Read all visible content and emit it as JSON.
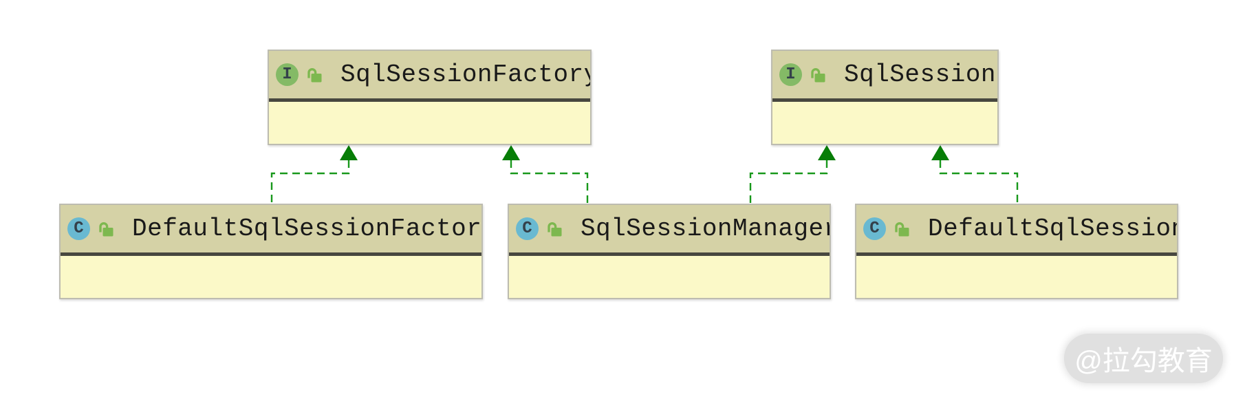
{
  "diagram": {
    "type": "uml-class-diagram",
    "nodes": [
      {
        "label": "SqlSessionFactory",
        "kind": "interface",
        "badge": "I",
        "visibility_icon": "unlock-icon"
      },
      {
        "label": "SqlSession",
        "kind": "interface",
        "badge": "I",
        "visibility_icon": "unlock-icon"
      },
      {
        "label": "DefaultSqlSessionFactory",
        "kind": "class",
        "badge": "C",
        "visibility_icon": "unlock-icon"
      },
      {
        "label": "SqlSessionManager",
        "kind": "class",
        "badge": "C",
        "visibility_icon": "unlock-icon"
      },
      {
        "label": "DefaultSqlSession",
        "kind": "class",
        "badge": "C",
        "visibility_icon": "unlock-icon"
      }
    ],
    "relationships": [
      {
        "from": "DefaultSqlSessionFactory",
        "to": "SqlSessionFactory",
        "type": "implements"
      },
      {
        "from": "SqlSessionManager",
        "to": "SqlSessionFactory",
        "type": "implements"
      },
      {
        "from": "SqlSessionManager",
        "to": "SqlSession",
        "type": "implements"
      },
      {
        "from": "DefaultSqlSession",
        "to": "SqlSession",
        "type": "implements"
      }
    ],
    "colors": {
      "canvas_bg": "#ffffff",
      "node_header_bg": "#d5d2a6",
      "node_body_bg": "#fbf9c8",
      "node_border": "#bdbcb0",
      "header_separator": "#47473f",
      "interface_badge_bg": "#84ba66",
      "class_badge_bg": "#69b9d1",
      "badge_letter": "#34404a",
      "lock_green": "#7db84f",
      "arrow_triangle_green": "#077d07",
      "dashed_line_green": "#18981b",
      "title_text": "#191919"
    }
  },
  "watermark": {
    "text": "@拉勾教育",
    "bg": "#e0e0e0",
    "text_color": "#ffffff"
  }
}
